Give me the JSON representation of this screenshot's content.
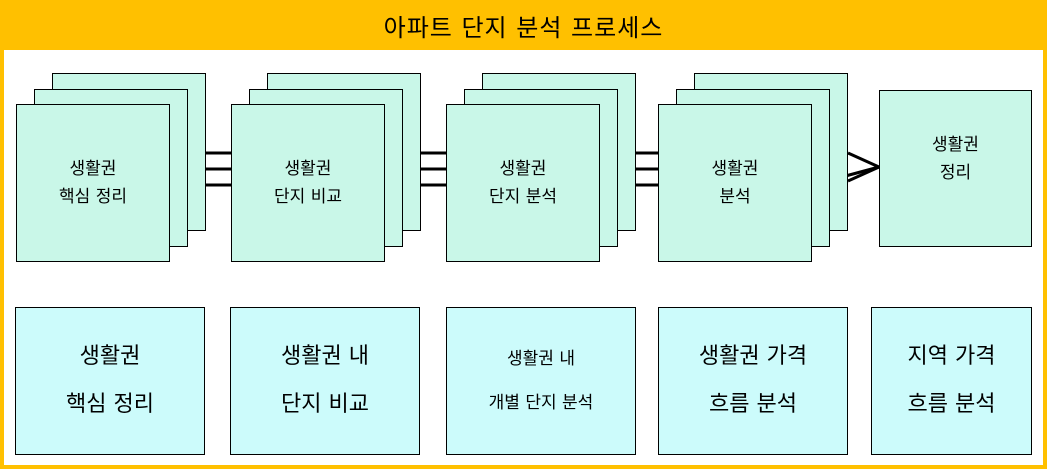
{
  "title": "아파트 단지 분석 프로세스",
  "colors": {
    "banner": "#FFC000",
    "process_card": "#C9F7E8",
    "description_card": "#CCFBFB",
    "line": "#000000"
  },
  "process_steps": [
    {
      "line1": "생활권",
      "line2": "핵심 정리",
      "stacked": true
    },
    {
      "line1": "생활권",
      "line2": "단지 비교",
      "stacked": true
    },
    {
      "line1": "생활권",
      "line2": "단지 분석",
      "stacked": true
    },
    {
      "line1": "생활권",
      "line2": "분석",
      "stacked": true
    },
    {
      "line1": "생활권",
      "line2": "정리",
      "stacked": false
    }
  ],
  "descriptions": [
    {
      "line1": "생활권",
      "line2": "핵심 정리"
    },
    {
      "line1": "생활권 내",
      "line2": "단지 비교"
    },
    {
      "line1": "생활권 내",
      "line2": "개별 단지 분석"
    },
    {
      "line1": "생활권 가격",
      "line2": "흐름 분석"
    },
    {
      "line1": "지역 가격",
      "line2": "흐름 분석"
    }
  ]
}
